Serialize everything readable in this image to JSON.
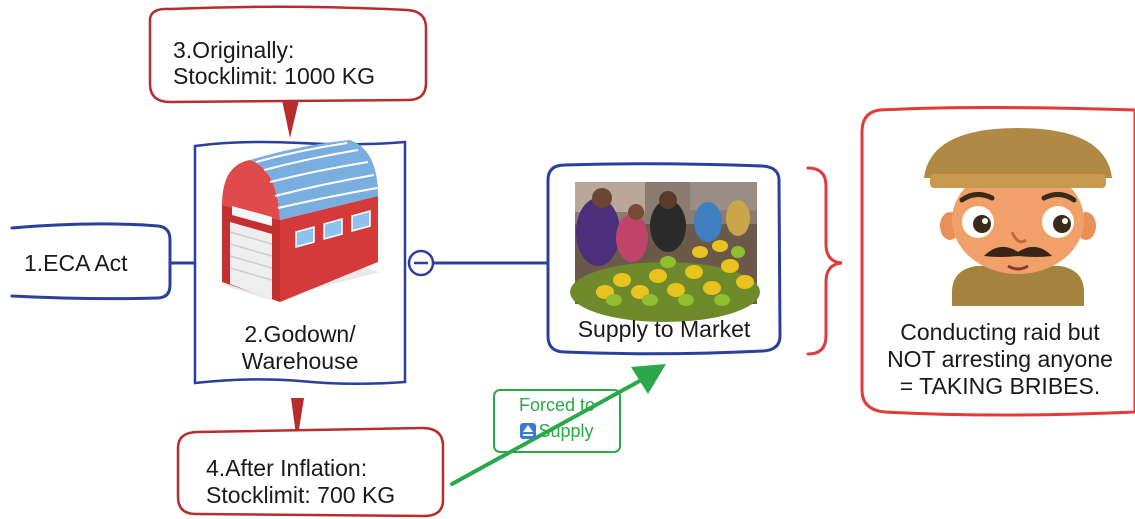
{
  "nodes": {
    "eca_act": {
      "label": "1.ECA Act"
    },
    "godown": {
      "line1": "2.Godown/",
      "line2": "Warehouse"
    },
    "originally": {
      "line1": "3.Originally:",
      "line2": "Stocklimit: 1000 KG"
    },
    "after_inflation": {
      "line1": "4.After Inflation:",
      "line2": "Stocklimit: 700 KG"
    },
    "supply": {
      "label": "Supply to Market"
    },
    "raid": {
      "line1": "Conducting raid but",
      "line2": "NOT arresting anyone",
      "line3": "= TAKING BRIBES."
    }
  },
  "badge": {
    "line1": "Forced to",
    "line2": "Supply",
    "icon": "arrow-up-square-icon"
  },
  "images": {
    "warehouse": "warehouse-icon",
    "market": "market-photo",
    "officer": "police-officer-icon"
  },
  "colors": {
    "blue_border": "#2a3f9e",
    "red_border": "#b72d2d",
    "green": "#2aa84a",
    "bracket_red": "#e23b3b"
  }
}
